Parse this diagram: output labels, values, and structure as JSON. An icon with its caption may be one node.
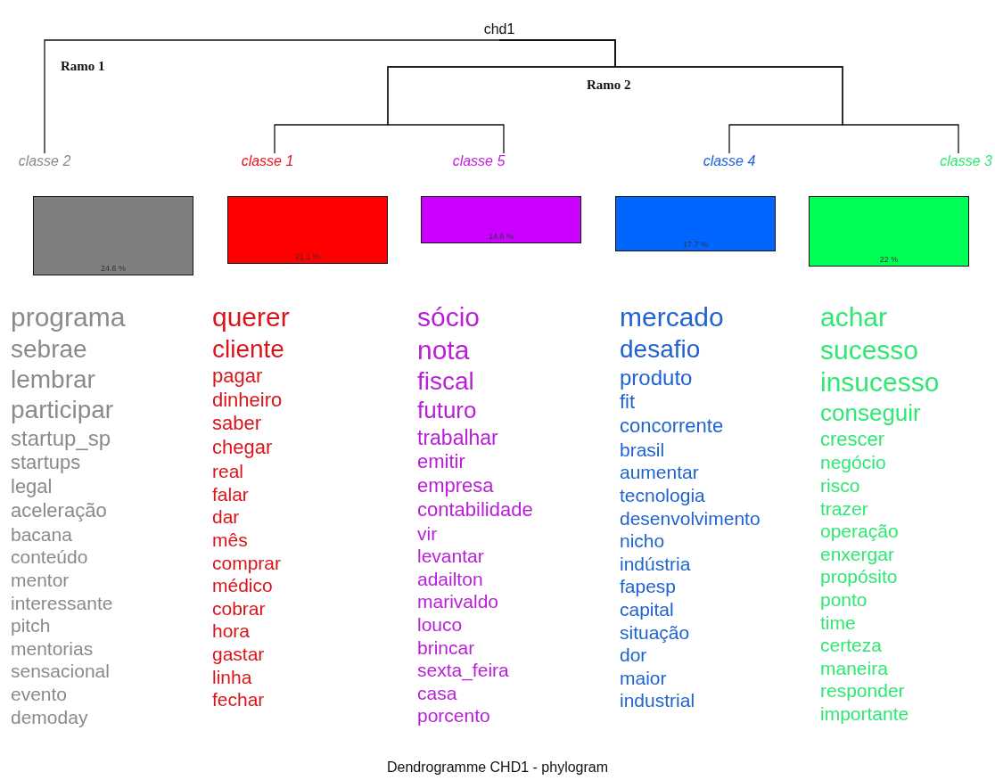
{
  "diagram": {
    "caption": "Dendrogramme CHD1 - phylogram",
    "nodes": [
      {
        "text": [
          "chd1"
        ]
      },
      {
        "text": [
          "classe 2"
        ]
      },
      {
        "text": [
          "classe 1"
        ]
      },
      {
        "text": [
          "classe 5"
        ]
      },
      {
        "text": [
          "classe 4"
        ]
      },
      {
        "text": [
          "classe 3"
        ]
      },
      {
        "text": [
          "24.6 %"
        ],
        "beside": [
          "programa",
          "sebrae",
          "lembrar",
          "participar",
          "startup_sp",
          "startups",
          "legal",
          "aceleração",
          "bacana",
          "conteúdo",
          "mentor",
          "interessante",
          "pitch",
          "mentorias",
          "sensacional",
          "evento",
          "demoday"
        ]
      },
      {
        "text": [
          "21.1 %"
        ],
        "beside": [
          "querer",
          "cliente",
          "pagar",
          "dinheiro",
          "saber",
          "chegar",
          "real",
          "falar",
          "dar",
          "mês",
          "comprar",
          "médico",
          "cobrar",
          "hora",
          "gastar",
          "linha",
          "fechar"
        ]
      },
      {
        "text": [
          "14.6 %"
        ],
        "beside": [
          "sócio",
          "nota",
          "fiscal",
          "futuro",
          "trabalhar",
          "emitir",
          "empresa",
          "contabilidade",
          "vir",
          "levantar",
          "adailton",
          "marivaldo",
          "louco",
          "brincar",
          "sexta_feira",
          "casa",
          "porcento"
        ]
      },
      {
        "text": [
          "17.7 %"
        ],
        "beside": [
          "mercado",
          "desafio",
          "produto",
          "fit",
          "concorrente",
          "brasil",
          "aumentar",
          "tecnologia",
          "desenvolvimento",
          "nicho",
          "indústria",
          "fapesp",
          "capital",
          "situação",
          "dor",
          "maior",
          "industrial"
        ]
      },
      {
        "text": [
          "22 %"
        ],
        "beside": [
          "achar",
          "sucesso",
          "insucesso",
          "conseguir",
          "crescer",
          "negócio",
          "risco",
          "trazer",
          "operação",
          "enxergar",
          "propósito",
          "ponto",
          "time",
          "certeza",
          "maneira",
          "responder",
          "importante"
        ]
      }
    ],
    "edges": [
      {
        "from": 0,
        "to": 1,
        "arrow": "none"
      },
      {
        "from": 0,
        "to": 2,
        "arrow": "none"
      },
      {
        "from": 0,
        "to": 3,
        "arrow": "none"
      },
      {
        "from": 0,
        "to": 4,
        "arrow": "none"
      },
      {
        "from": 0,
        "to": 5,
        "arrow": "none"
      }
    ],
    "labels": [
      "Ramo 1",
      "Ramo 2"
    ]
  }
}
